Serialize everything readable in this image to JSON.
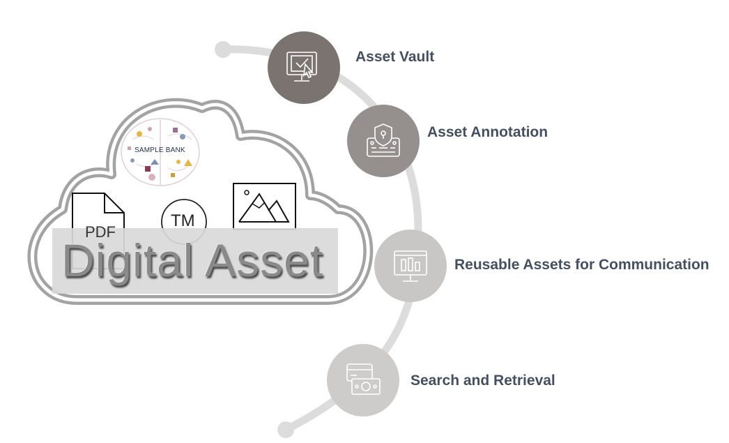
{
  "cloud": {
    "title": "Digital Asset",
    "pdf_label": "PDF",
    "tm_label": "TM",
    "brain_label": "SAMPLE BANK"
  },
  "steps": [
    {
      "label": "Asset Vault",
      "icon": "monitor-check-icon",
      "color": "#7a7370"
    },
    {
      "label": "Asset Annotation",
      "icon": "shield-lock-keyboard-icon",
      "color": "#958f8d"
    },
    {
      "label": "Reusable Assets for Communication",
      "icon": "monitor-chart-icon",
      "color": "#c9c7c6"
    },
    {
      "label": "Search and Retrieval",
      "icon": "card-money-icon",
      "color": "#cdcccb"
    }
  ],
  "colors": {
    "arc": "#dcdcdc",
    "label_text": "#44505f",
    "cloud_stroke": "#9a9a9a"
  }
}
